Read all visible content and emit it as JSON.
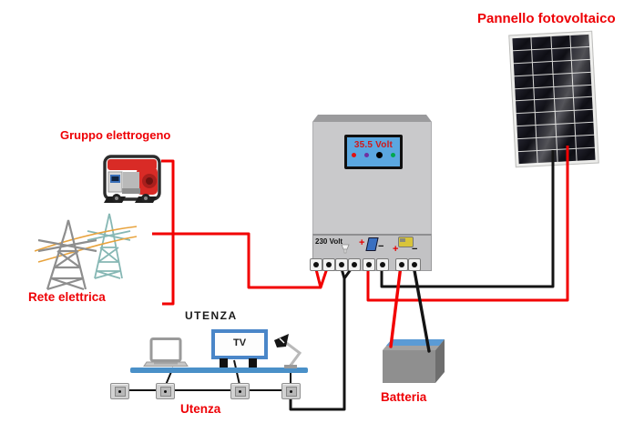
{
  "diagram": {
    "solar_panel_label": "Pannello fotovoltaico",
    "generator_label": "Gruppo elettrogeno",
    "grid_label": "Rete elettrica",
    "load_header": "UTENZA",
    "load_caption": "Utenza",
    "battery_label": "Batteria",
    "tv_label": "TV"
  },
  "inverter": {
    "display_value": "35.5 Volt",
    "ac_output_label": "230 Volt",
    "indicator_dots": [
      "#e01212",
      "#7030a0",
      "#000000",
      "#00a84f"
    ]
  },
  "colors": {
    "label_red": "#ee0005",
    "wire_red": "#f20000",
    "wire_black": "#141414",
    "display_bg": "#5ba7e0",
    "display_text": "#d01818",
    "tv_frame_blue": "#4a86c8",
    "shelf_blue": "#4a90c8",
    "battery_top_blue": "#5b9bd5",
    "tower_gray": "#8e8e8e",
    "tower_teal": "#86b7b4",
    "grid_wire_orange": "#e8a33d",
    "generator_red": "#d92b26",
    "inverter_gray": "#c9c9cb"
  }
}
